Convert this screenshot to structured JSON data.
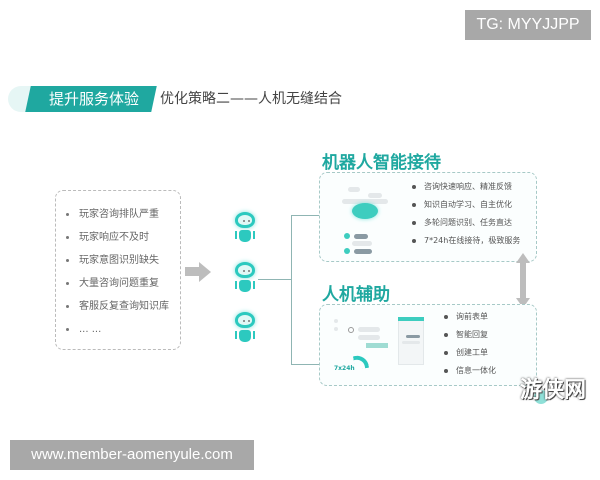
{
  "watermarks": {
    "top_right": "TG: MYYJJPP",
    "bottom_left": "www.member-aomenyule.com",
    "corner_logo": "游侠网"
  },
  "header": {
    "tag": "提升服务体验",
    "subtitle": "优化策略二——人机无缝结合",
    "accent_color": "#1fa8a0"
  },
  "problems": {
    "items": [
      "玩家咨询排队严重",
      "玩家响应不及时",
      "玩家意图识别缺失",
      "大量咨询问题重复",
      "客服反复查询知识库",
      "... ..."
    ]
  },
  "robots": {
    "count": 3,
    "icon": "robot-icon",
    "color": "#2cc9bf"
  },
  "robot_reception": {
    "title": "机器人智能接待",
    "features": [
      "咨询快速响应、精准反馈",
      "知识自动学习、自主优化",
      "多轮问题识别、任务直达",
      "7*24h在线接待，极致服务"
    ]
  },
  "human_assist": {
    "title": "人机辅助",
    "badge": "7x24h",
    "features": [
      "询前表单",
      "智能回复",
      "创建工单",
      "信息一体化"
    ]
  }
}
